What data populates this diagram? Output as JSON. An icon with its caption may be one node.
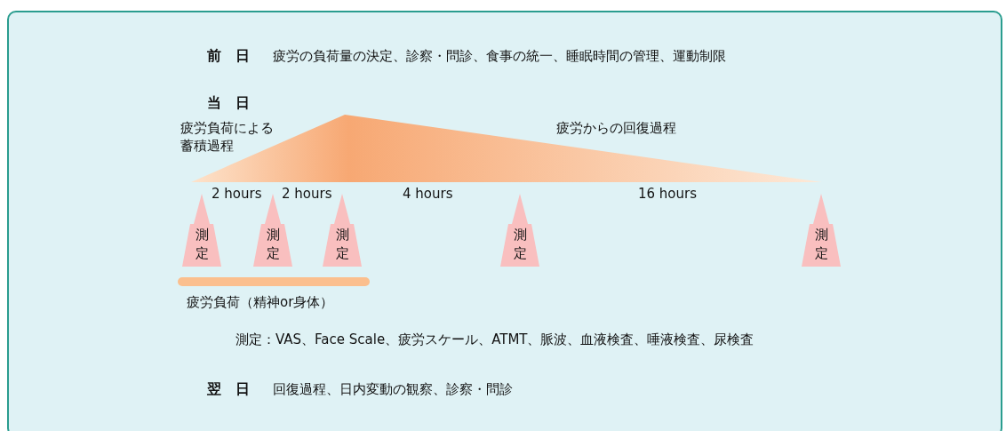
{
  "diagram": {
    "nodes": [
      {
        "text": [
          "測定"
        ]
      },
      {
        "text": [
          "測定"
        ]
      },
      {
        "text": [
          "測定"
        ]
      },
      {
        "text": [
          "測定"
        ]
      },
      {
        "text": [
          "測定"
        ]
      }
    ],
    "labels": [
      "前　日",
      "疲労の負荷量の決定、診察・問診、食事の統一、睡眠時間の管理、運動制限",
      "当　日",
      "疲労負荷による蓄積過程",
      "疲労からの回復過程",
      "2 hours",
      "2 hours",
      "4 hours",
      "16 hours",
      "疲労負荷（精神or身体）",
      "測定：VAS、Face Scale、疲労スケール、ATMT、脈波、血液検査、唾液検査、尿検査",
      "翌　日",
      "回復過程、日内変動の観察、診察・問診"
    ]
  }
}
